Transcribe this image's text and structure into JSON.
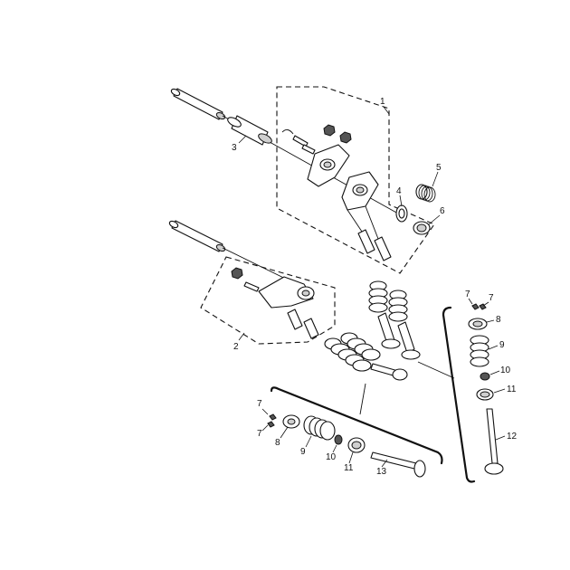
{
  "callouts": {
    "c1": "1",
    "c2": "2",
    "c3": "3",
    "c4": "4",
    "c5": "5",
    "c6": "6",
    "c7a": "7",
    "c7b": "7",
    "c7c": "7",
    "c7d": "7",
    "c8a": "8",
    "c8b": "8",
    "c9a": "9",
    "c9b": "9",
    "c10a": "10",
    "c10b": "10",
    "c11a": "11",
    "c11b": "11",
    "c12": "12",
    "c13": "13"
  },
  "colors": {
    "line": "#111111",
    "shade": "#cfcfcf",
    "background": "#ffffff"
  }
}
